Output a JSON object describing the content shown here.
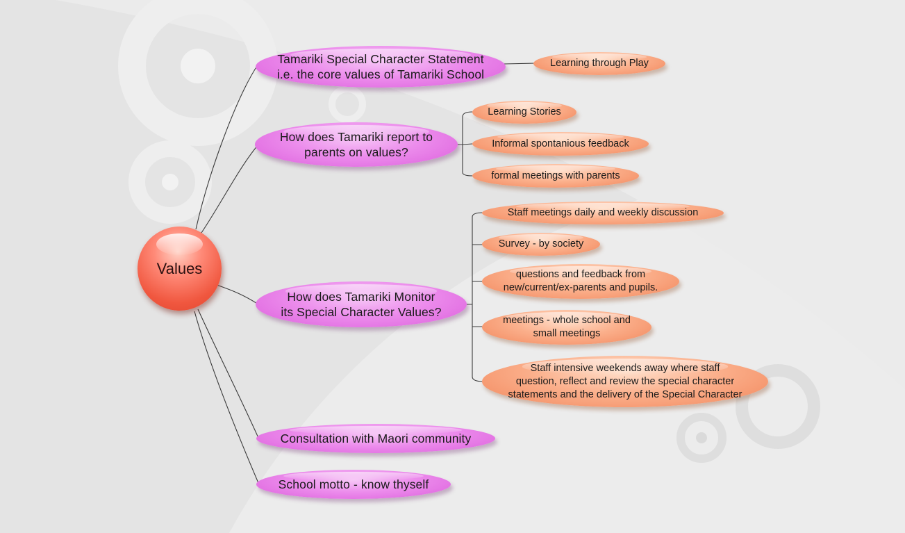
{
  "colors": {
    "root": "#f0573f",
    "branch": "#ec8cec",
    "leaf": "#fbb08c",
    "connector": "#3a3a3a",
    "background": "#e4e4e4"
  },
  "root": {
    "label": "Values"
  },
  "branches": [
    {
      "lines": [
        "Tamariki Special Character Statement",
        "i.e. the core values of Tamariki School"
      ],
      "children": [
        {
          "lines": [
            "Learning through Play"
          ]
        }
      ]
    },
    {
      "lines": [
        "How does Tamariki report to",
        "parents on values?"
      ],
      "children": [
        {
          "lines": [
            "Learning Stories"
          ]
        },
        {
          "lines": [
            "Informal spontanious feedback"
          ]
        },
        {
          "lines": [
            "formal meetings with parents"
          ]
        }
      ]
    },
    {
      "lines": [
        "How does Tamariki Monitor",
        "its Special Character Values?"
      ],
      "children": [
        {
          "lines": [
            "Staff meetings daily and weekly discussion"
          ]
        },
        {
          "lines": [
            "Survey - by society"
          ]
        },
        {
          "lines": [
            "questions and feedback from",
            "new/current/ex-parents and pupils."
          ]
        },
        {
          "lines": [
            "meetings - whole school and",
            "small meetings"
          ]
        },
        {
          "lines": [
            "Staff intensive weekends away where staff",
            "question, reflect and review the special character",
            "statements and the delivery of the Special Character"
          ]
        }
      ]
    },
    {
      "lines": [
        "Consultation with Maori community"
      ],
      "children": []
    },
    {
      "lines": [
        "School motto - know thyself"
      ],
      "children": []
    }
  ]
}
